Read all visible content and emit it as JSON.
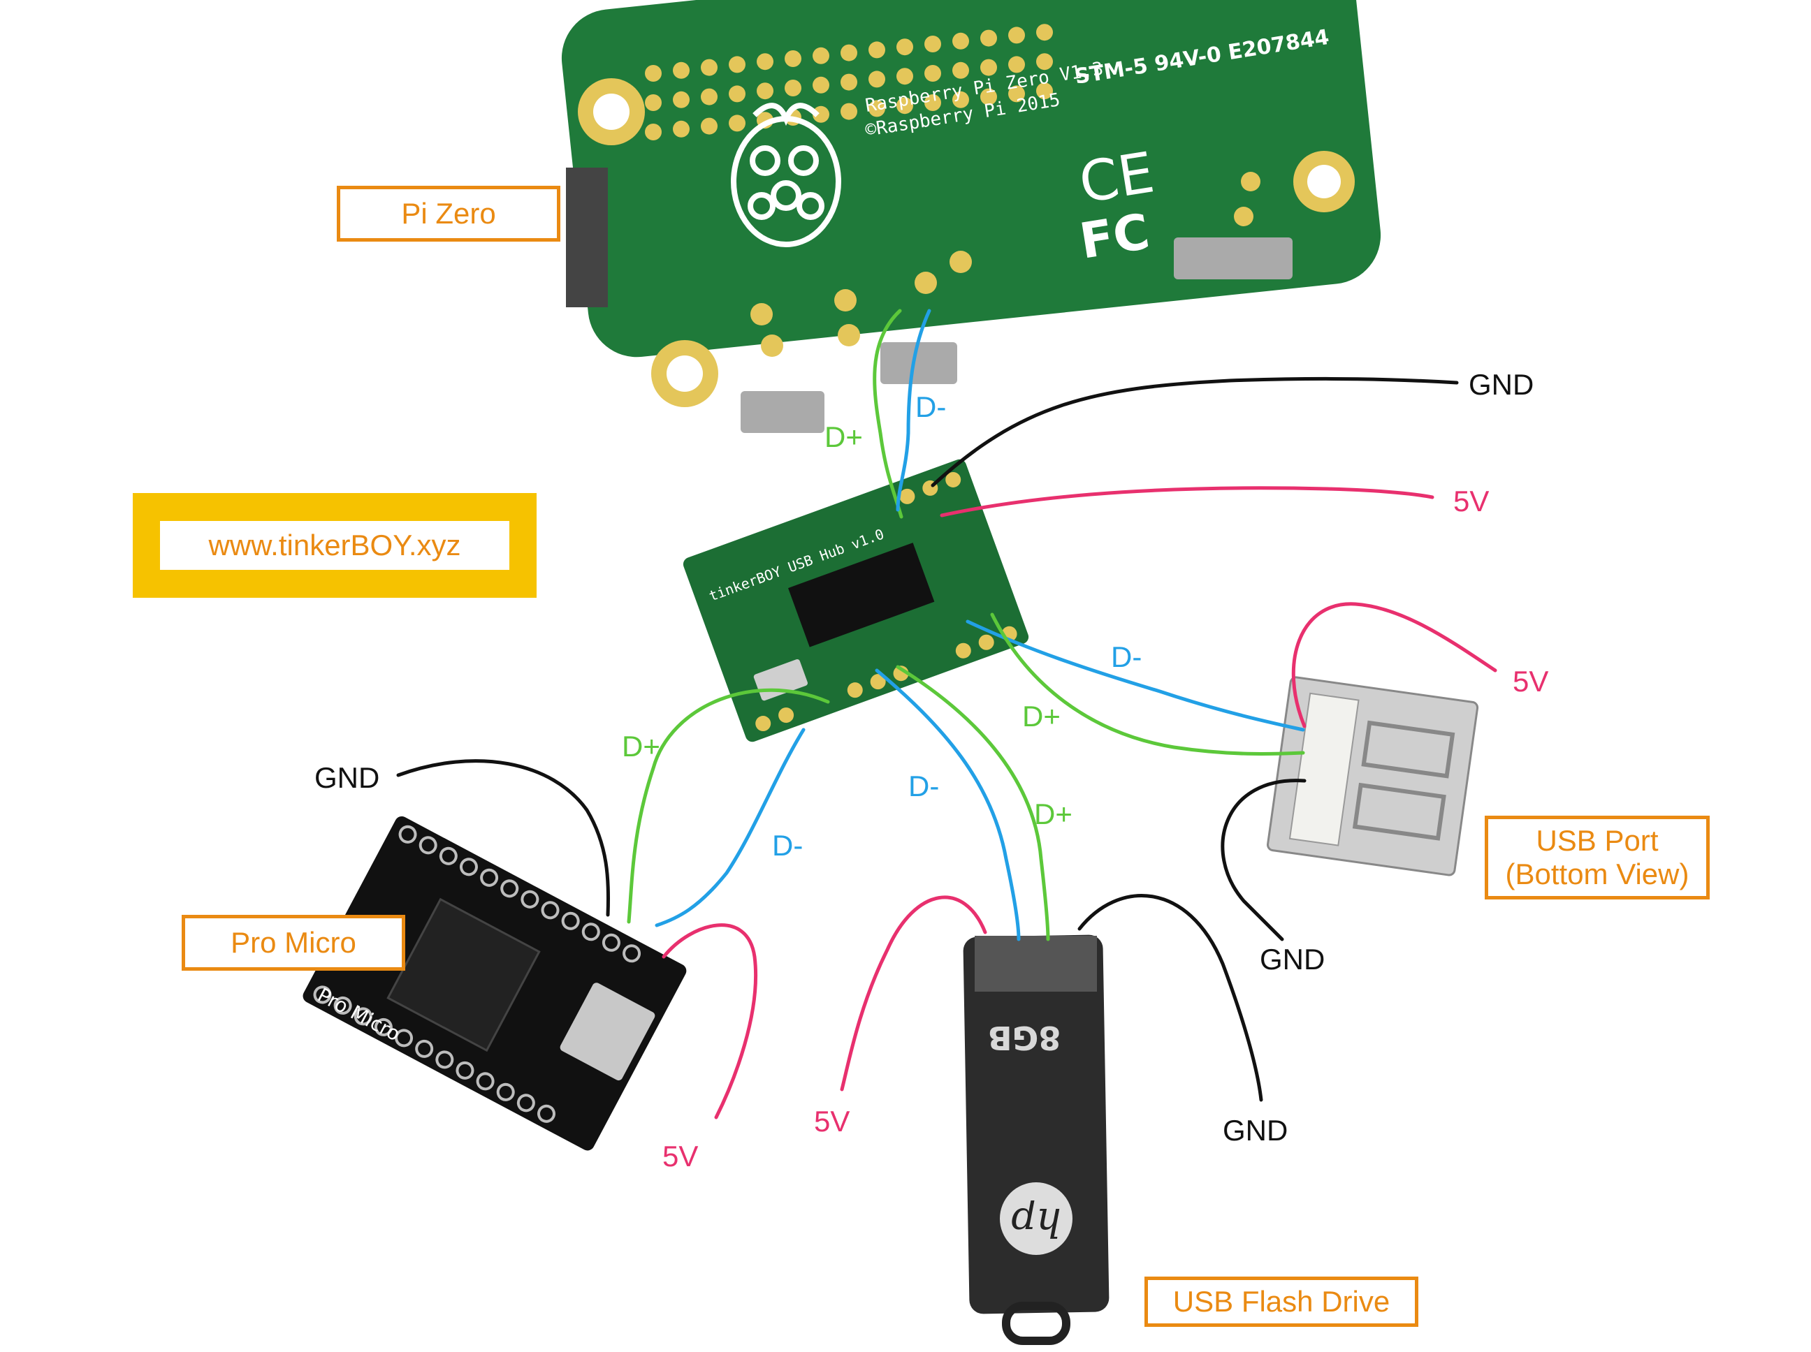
{
  "labels": {
    "pi_zero": "Pi Zero",
    "pro_micro": "Pro Micro",
    "usb_port_line1": "USB Port",
    "usb_port_line2": "(Bottom View)",
    "usb_flash_drive": "USB Flash Drive",
    "website": "www.tinkerBOY.xyz"
  },
  "wire_labels": {
    "pi_d_minus": "D-",
    "pi_d_plus": "D+",
    "top_gnd": "GND",
    "top_5v": "5V",
    "port_5v": "5V",
    "port_d_minus": "D-",
    "port_d_plus": "D+",
    "port_gnd": "GND",
    "micro_gnd": "GND",
    "micro_d_plus": "D+",
    "micro_d_minus": "D-",
    "micro_5v": "5V",
    "flash_d_minus": "D-",
    "flash_d_plus": "D+",
    "flash_5v": "5V",
    "flash_gnd": "GND"
  },
  "board_text": {
    "pi_title_1": "Raspberry Pi Zero V1.3",
    "pi_title_2": "©Raspberry Pi 2015",
    "pi_cert": "STM-5  94V-0  E207844",
    "hub_title": "tinkerBOY USB Hub v1.0",
    "flash_capacity": "8GB",
    "flash_logo": "hp",
    "micro_silk": "Pro Micro"
  },
  "colors": {
    "orange": "#ea8a12",
    "yellow": "#f6c200",
    "green_wire": "#5cc83a",
    "blue_wire": "#22a0e6",
    "red_wire": "#e8306e",
    "black_wire": "#111111",
    "pcb_green": "#1f7a3a",
    "hub_green": "#1c6e34"
  }
}
